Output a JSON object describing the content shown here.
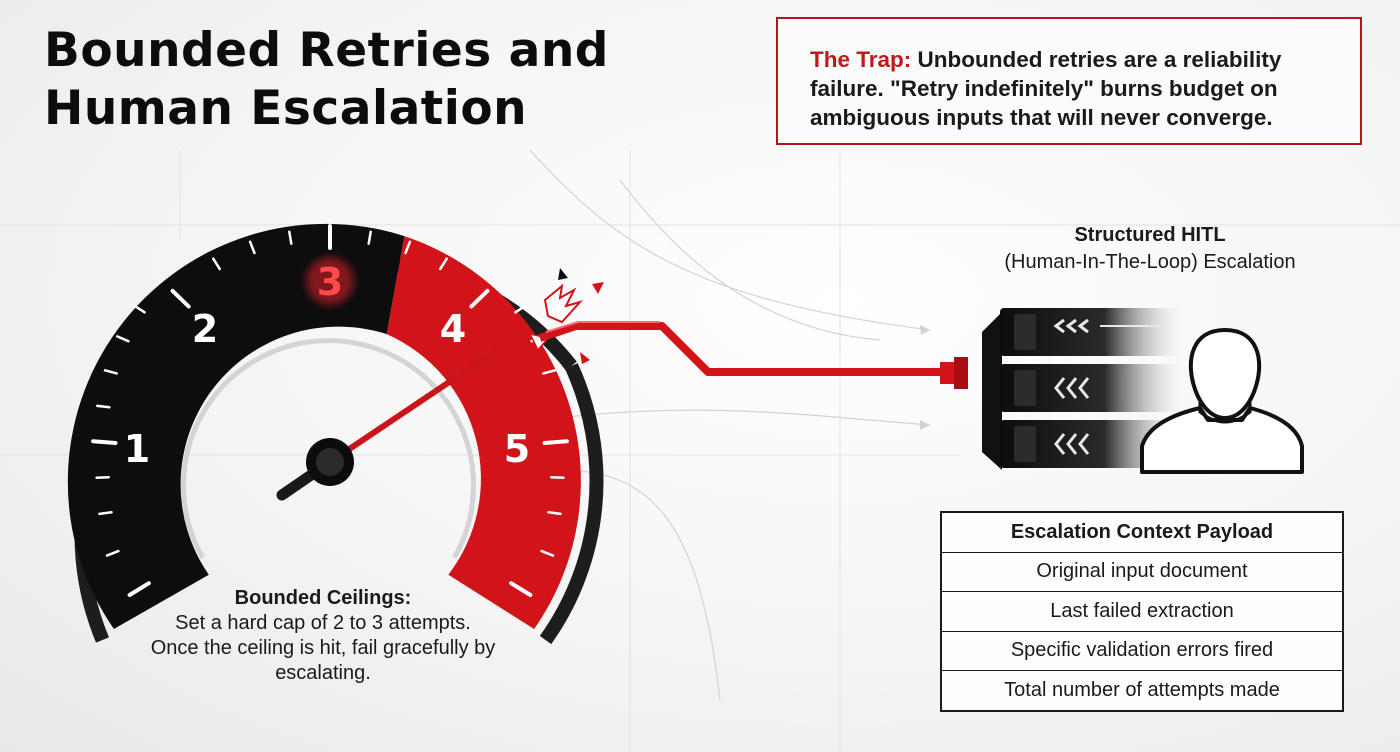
{
  "title": {
    "line1": "Bounded Retries and",
    "line2": "Human Escalation"
  },
  "trap": {
    "label": "The Trap:",
    "text": "Unbounded retries are a reliability failure. \"Retry indefinitely\" burns budget on ambiguous inputs that will never converge."
  },
  "gauge": {
    "labels": [
      "1",
      "2",
      "3",
      "4",
      "5"
    ],
    "highlighted_label": "3",
    "danger_from": "4",
    "colors": {
      "safe": "#0d0d0d",
      "danger": "#d0141a",
      "needle": "#c8141a"
    }
  },
  "hitl": {
    "title": "Structured HITL",
    "subtitle": "(Human-In-The-Loop) Escalation",
    "icons": [
      "server-stack-icon",
      "human-user-icon"
    ]
  },
  "ceilings": {
    "title": "Bounded Ceilings:",
    "text": "Set a hard cap of 2 to 3 attempts. Once the ceiling is hit, fail gracefully by escalating."
  },
  "payload": {
    "header": "Escalation Context Payload",
    "rows": [
      "Original input document",
      "Last failed extraction",
      "Specific validation errors fired",
      "Total number of attempts made"
    ]
  }
}
